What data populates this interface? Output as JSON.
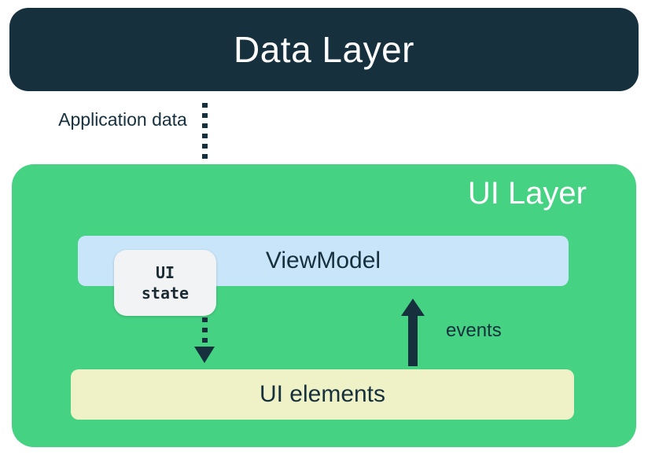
{
  "colors": {
    "navy": "#16303E",
    "green": "#45D283",
    "light_blue": "#C9E5F9",
    "cream": "#EFF2C6",
    "state_bg": "#F1F3F4",
    "white": "#FFFFFF"
  },
  "data_layer": {
    "label": "Data Layer"
  },
  "ui_layer": {
    "label": "UI Layer"
  },
  "viewmodel": {
    "label": "ViewModel"
  },
  "ui_state": {
    "label": "UI\nstate"
  },
  "ui_elements": {
    "label": "UI elements"
  },
  "annotations": {
    "application_data": "Application data",
    "events": "events"
  }
}
